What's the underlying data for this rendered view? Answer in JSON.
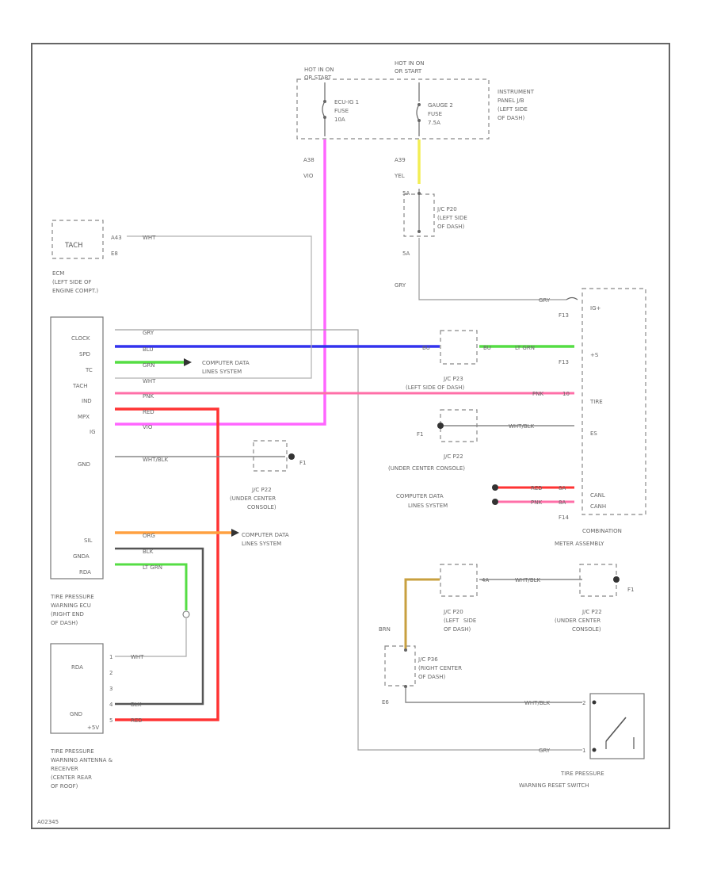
{
  "wire_colors": {
    "pink": "#ff66ff",
    "blue": "#3333ee",
    "green": "#55dd44",
    "red": "#ff3333",
    "light_pink": "#ff6fa8",
    "orange": "#ffa040",
    "yellow": "#f2ee55",
    "tan": "#c8a040",
    "grey": "#a8a8a8",
    "dark": "#666666"
  },
  "fuses": {
    "hot1": "HOT IN ON",
    "hot1b": "OR START",
    "hot2": "HOT IN ON",
    "hot2b": "OR START",
    "fuse1": [
      "ECU-IG 1",
      "FUSE",
      "10A"
    ],
    "fuse2": [
      "GAUGE 2",
      "FUSE",
      "7.5A"
    ],
    "panel": [
      "INSTRUMENT",
      "PANEL J/B",
      "(LEFT SIDE",
      "OF DASH)"
    ],
    "w1_pin": "A38",
    "w1_color": "VIO",
    "w2_pin": "A39",
    "w2_color": "YEL"
  },
  "jc_dash": {
    "pin_top": "5A",
    "lines": [
      "J/C P20",
      "(LEFT SIDE",
      "OF DASH)"
    ],
    "pin_bottom": "5A",
    "wire": "GRY"
  },
  "ecm": {
    "tach": "TACH",
    "pin": "A43",
    "wire": "WHT",
    "conn": "E8",
    "lines": [
      "ECM",
      "(LEFT SIDE OF",
      "ENGINE COMPT.)"
    ]
  },
  "tpw_ecu": {
    "pins": [
      "CLOCK",
      "SPD",
      "TC",
      "TACH",
      "IND",
      "MPX",
      "IG",
      "GND",
      "SIL",
      "GNDA",
      "RDA"
    ],
    "wires": [
      "GRY",
      "BLU",
      "GRN",
      "WHT",
      "PNK",
      "RED",
      "VIO",
      "WHT/BLK",
      "ORG",
      "BLK",
      "LT GRN"
    ],
    "lines": [
      "TIRE PRESSURE",
      "WARNING ECU",
      "(RIGHT END",
      "OF DASH)"
    ]
  },
  "comp_data": {
    "line1": "COMPUTER DATA",
    "line2": "LINES SYSTEM"
  },
  "jc_under1": {
    "lines": [
      "J/C P22",
      "(UNDER CENTER",
      "CONSOLE)"
    ],
    "ground": "F1"
  },
  "jc_p23": {
    "wire_in": "BU",
    "wire_out": "LT GRN",
    "lines": [
      "J/C P23",
      "(LEFT SIDE OF DASH)"
    ],
    "tire_wire": "PNK",
    "tire_pin": "10"
  },
  "jc_p22b": {
    "ground": "F1",
    "wire": "WHT/BLK",
    "lines": [
      "J/C P22",
      "(UNDER CENTER CONSOLE)"
    ]
  },
  "meter": {
    "pins": [
      "IG+",
      "+S",
      "TIRE",
      "ES",
      "CANL",
      "CANH"
    ],
    "conn_top": "F13",
    "conn_mid": "F13",
    "conn_bottom": "F14",
    "w_red": "RED",
    "w_pnk": "PNK",
    "pin_a": "8A",
    "pin_b": "8A",
    "cd1": "COMPUTER DATA",
    "cd2": "LINES SYSTEM",
    "lines": [
      "COMBINATION",
      "METER ASSEMBLY"
    ]
  },
  "receiver": {
    "pins": [
      "RDA",
      "GND",
      "+5V"
    ],
    "nums": [
      "1",
      "2",
      "3",
      "4",
      "5"
    ],
    "wires": [
      "WHT",
      "BLK",
      "RED"
    ],
    "lines": [
      "TIRE PRESSURE",
      "WARNING ANTENNA &",
      "RECEIVER",
      "(CENTER REAR",
      "OF ROOF)"
    ]
  },
  "bottom_jc": {
    "left_lines": [
      "J/C P20",
      "(LEFT",
      "SIDE",
      "OF DASH)"
    ],
    "right_lines": [
      "J/C P22",
      "(UNDER CENTER",
      "CONSOLE)"
    ],
    "pin": "4A",
    "wire": "WHT/BLK",
    "ground": "F1",
    "j6_lines": [
      "J/C P36",
      "(RIGHT CENTER",
      "OF DASH)"
    ],
    "brn": "BRN",
    "pin_e6": "E6"
  },
  "switch": {
    "wire1": "WHT/BLK",
    "wire2": "GRY",
    "pin1": "2",
    "pin2": "1",
    "lines": [
      "TIRE PRESSURE",
      "WARNING RESET SWITCH"
    ]
  },
  "code": "A02345"
}
